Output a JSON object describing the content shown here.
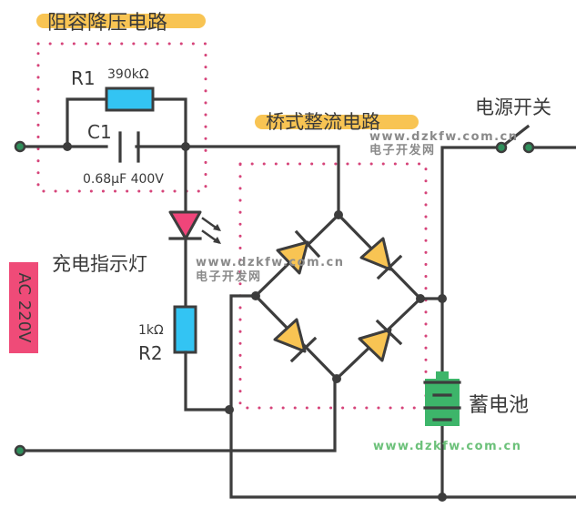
{
  "sections": {
    "rc_dropper": "阻容降压电路",
    "bridge_rectifier": "桥式整流电路"
  },
  "components": {
    "r1": {
      "name": "R1",
      "value": "390kΩ"
    },
    "c1": {
      "name": "C1",
      "value": "0.68μF 400V"
    },
    "led": {
      "label": "充电指示灯"
    },
    "r2": {
      "name": "R2",
      "value": "1kΩ"
    },
    "switch": {
      "label": "电源开关"
    },
    "battery": {
      "label": "蓄电池"
    }
  },
  "source": {
    "label": "AC 220V"
  },
  "watermarks": {
    "url": "www.dzkfw.com.cn",
    "site": "电子开发网"
  },
  "colors": {
    "highlight": "#f8c453",
    "boundary": "#d6447a",
    "resistor": "#33c4f3",
    "diode": "#f8c453",
    "led": "#f0457a",
    "battery": "#3db56a",
    "source_badge": "#ef4b78"
  }
}
